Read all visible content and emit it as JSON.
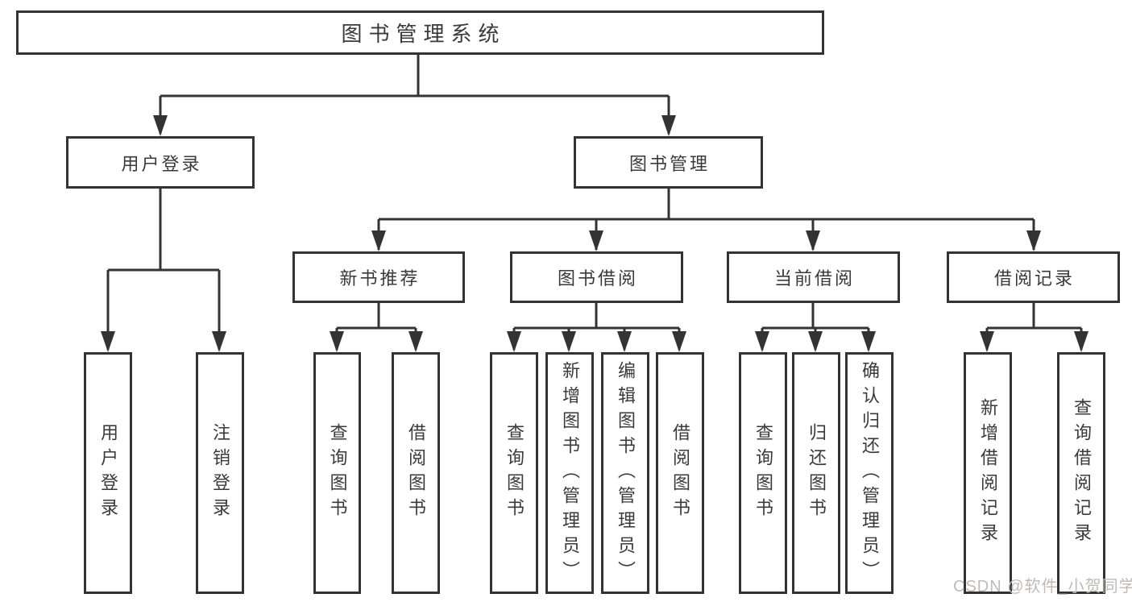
{
  "colors": {
    "line": "#333333",
    "box_border": "#333333",
    "text": "#3a3a3a",
    "background": "#ffffff",
    "watermark": "#c1b9b9"
  },
  "watermark": {
    "text": "CSDN @软件_小贺同学"
  },
  "tree": {
    "root": {
      "label": "图书管理系统"
    },
    "branches": [
      {
        "label": "用户登录",
        "children": [
          {
            "label": "用户登录"
          },
          {
            "label": "注销登录"
          }
        ]
      },
      {
        "label": "图书管理",
        "children": [
          {
            "label": "新书推荐",
            "children": [
              {
                "label": "查询图书"
              },
              {
                "label": "借阅图书"
              }
            ]
          },
          {
            "label": "图书借阅",
            "children": [
              {
                "label": "查询图书"
              },
              {
                "label": "新增图书（管理员）"
              },
              {
                "label": "编辑图书（管理员）"
              },
              {
                "label": "借阅图书"
              }
            ]
          },
          {
            "label": "当前借阅",
            "children": [
              {
                "label": "查询图书"
              },
              {
                "label": "归还图书"
              },
              {
                "label": "确认归还（管理员）"
              }
            ]
          },
          {
            "label": "借阅记录",
            "children": [
              {
                "label": "新增借阅记录"
              },
              {
                "label": "查询借阅记录"
              }
            ]
          }
        ]
      }
    ]
  }
}
